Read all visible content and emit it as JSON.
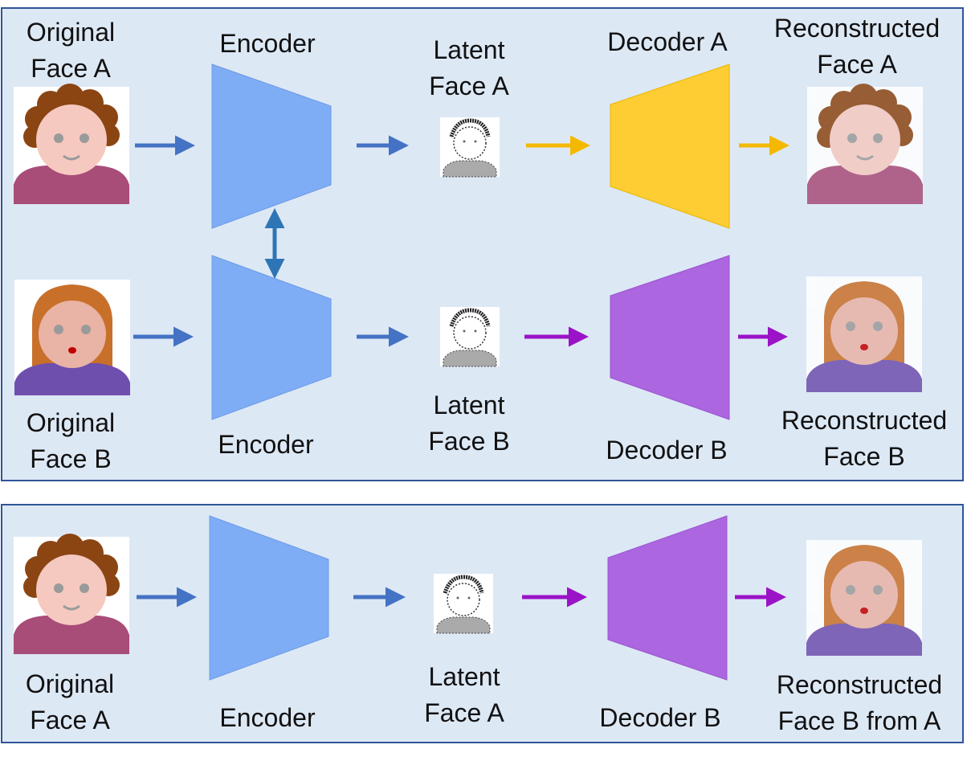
{
  "colors": {
    "panel_bg": "#dde8f5",
    "panel_border": "#2f5597",
    "encoder": "#7fadf5",
    "decoder_a": "#fecc33",
    "decoder_b": "#ab66e0",
    "arrow_blue": "#4472c4",
    "arrow_orange": "#f5b800",
    "arrow_purple": "#9a13c6"
  },
  "top_panel": {
    "original_face_a": [
      "Original",
      "Face A"
    ],
    "encoder_a": "Encoder",
    "latent_face_a": [
      "Latent",
      "Face A"
    ],
    "decoder_a": "Decoder A",
    "reconstructed_face_a": [
      "Reconstructed",
      "Face A"
    ],
    "original_face_b": [
      "Original",
      "Face B"
    ],
    "encoder_b": "Encoder",
    "latent_face_b": [
      "Latent",
      "Face B"
    ],
    "decoder_b": "Decoder B",
    "reconstructed_face_b": [
      "Reconstructed",
      "Face B"
    ]
  },
  "bottom_panel": {
    "original_face_a": [
      "Original",
      "Face A"
    ],
    "encoder": "Encoder",
    "latent_face_a": [
      "Latent",
      "Face A"
    ],
    "decoder_b": "Decoder B",
    "reconstructed_face_b_from_a": [
      "Reconstructed",
      "Face B from A"
    ]
  }
}
